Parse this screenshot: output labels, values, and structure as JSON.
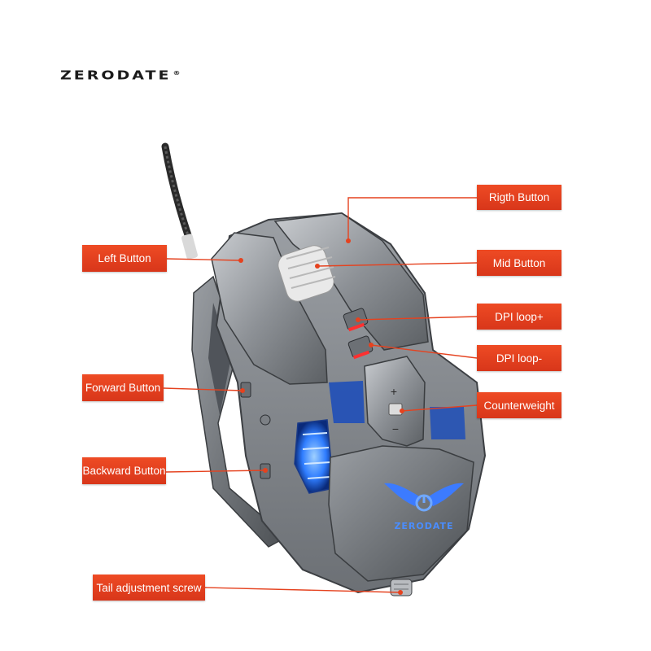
{
  "brand": {
    "name": "ZERODATE",
    "mark": "®"
  },
  "product": {
    "logo_text": "ZERODATE",
    "dpi_plus": "+",
    "dpi_minus": "−"
  },
  "labels": {
    "right_button": "Rigth Button",
    "left_button": "Left Button",
    "mid_button": "Mid Button",
    "dpi_loop_plus": "DPI loop+",
    "dpi_loop_minus": "DPI loop-",
    "forward_button": "Forward Button",
    "counterweight": "Counterweight",
    "backward_button": "Backward Button",
    "tail_screw": "Tail adjustment screw"
  },
  "colors": {
    "callout": "#e5421f",
    "leader_line": "#e5421f",
    "mouse_body": "#8c9094",
    "led_blue": "#2f7dff"
  }
}
